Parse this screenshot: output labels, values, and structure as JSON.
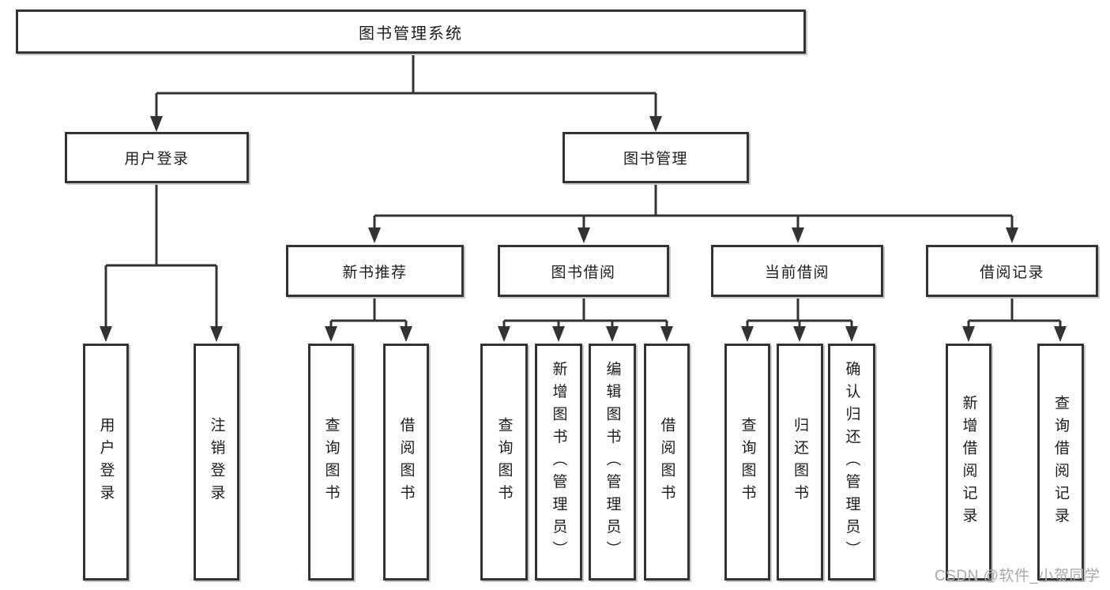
{
  "tree": {
    "label": "图书管理系统",
    "children": [
      {
        "label": "用户登录",
        "children": [
          {
            "label": "用户登录"
          },
          {
            "label": "注销登录"
          }
        ]
      },
      {
        "label": "图书管理",
        "children": [
          {
            "label": "新书推荐",
            "children": [
              {
                "label": "查询图书"
              },
              {
                "label": "借阅图书"
              }
            ]
          },
          {
            "label": "图书借阅",
            "children": [
              {
                "label": "查询图书"
              },
              {
                "label": "新增图书（管理员）"
              },
              {
                "label": "编辑图书（管理员）"
              },
              {
                "label": "借阅图书"
              }
            ]
          },
          {
            "label": "当前借阅",
            "children": [
              {
                "label": "查询图书"
              },
              {
                "label": "归还图书"
              },
              {
                "label": "确认归还（管理员）"
              }
            ]
          },
          {
            "label": "借阅记录",
            "children": [
              {
                "label": "新增借阅记录"
              },
              {
                "label": "查询借阅记录"
              }
            ]
          }
        ]
      }
    ]
  },
  "watermark": {
    "text": "CSDN @软件_小贺同学",
    "color": "#a9a9a9"
  },
  "colors": {
    "line": "#333333",
    "box_border": "#333333",
    "box_fill": "#ffffff",
    "text": "#1d1d1f",
    "background": "#ffffff"
  }
}
